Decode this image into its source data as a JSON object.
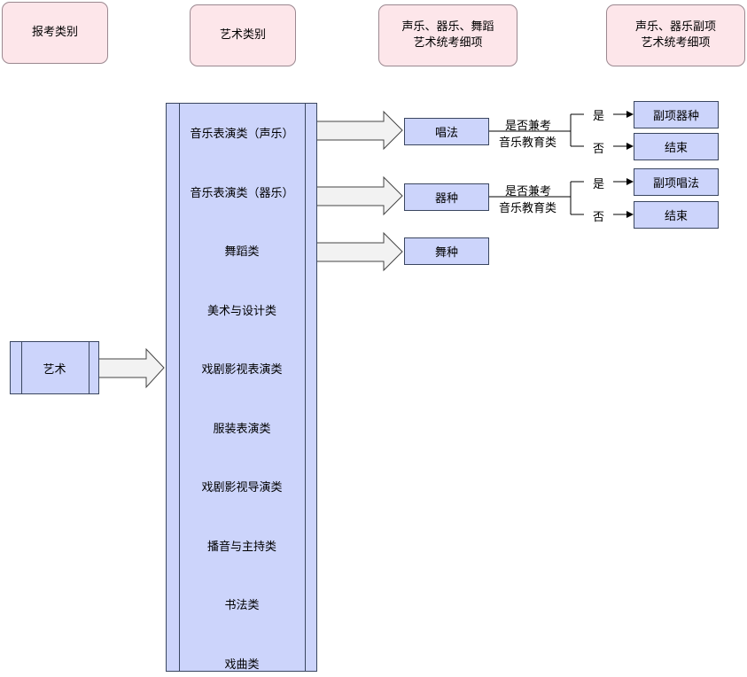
{
  "headers": {
    "exam_category": "报考类别",
    "art_category": "艺术类别",
    "vocal_instrument_dance": "声乐、器乐、舞蹈\n艺术统考细项",
    "vocal_instrument_sub": "声乐、器乐副项\n艺术统考细项"
  },
  "source": {
    "label": "艺术"
  },
  "categories": [
    "音乐表演类（声乐）",
    "音乐表演类（器乐）",
    "舞蹈类",
    "美术与设计类",
    "戏剧影视表演类",
    "服装表演类",
    "戏剧影视导演类",
    "播音与主持类",
    "书法类",
    "戏曲类"
  ],
  "details": {
    "singing": "唱法",
    "instrument": "器种",
    "dance": "舞种"
  },
  "branches": {
    "vocal": {
      "question_line1": "是否兼考",
      "question_line2": "音乐教育类",
      "yes": "是",
      "no": "否",
      "yes_result": "副项器种",
      "no_result": "结束"
    },
    "instrumental": {
      "question_line1": "是否兼考",
      "question_line2": "音乐教育类",
      "yes": "是",
      "no": "否",
      "yes_result": "副项唱法",
      "no_result": "结束"
    }
  }
}
